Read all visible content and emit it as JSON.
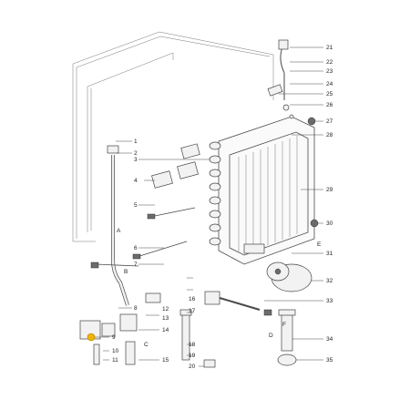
{
  "callouts": [
    "1",
    "2",
    "3",
    "4",
    "5",
    "6",
    "7",
    "8",
    "9",
    "10",
    "11",
    "12",
    "13",
    "14",
    "15",
    "16",
    "17",
    "18",
    "19",
    "20",
    "21",
    "22",
    "23",
    "24",
    "25",
    "26",
    "27",
    "28",
    "29",
    "30",
    "31",
    "32",
    "33",
    "34",
    "35"
  ],
  "letters": {
    "a": "A",
    "b": "B",
    "c": "C",
    "d": "D",
    "e": "E",
    "f": "F"
  },
  "highlight": {
    "ref": "9",
    "color": "#f0b400"
  }
}
